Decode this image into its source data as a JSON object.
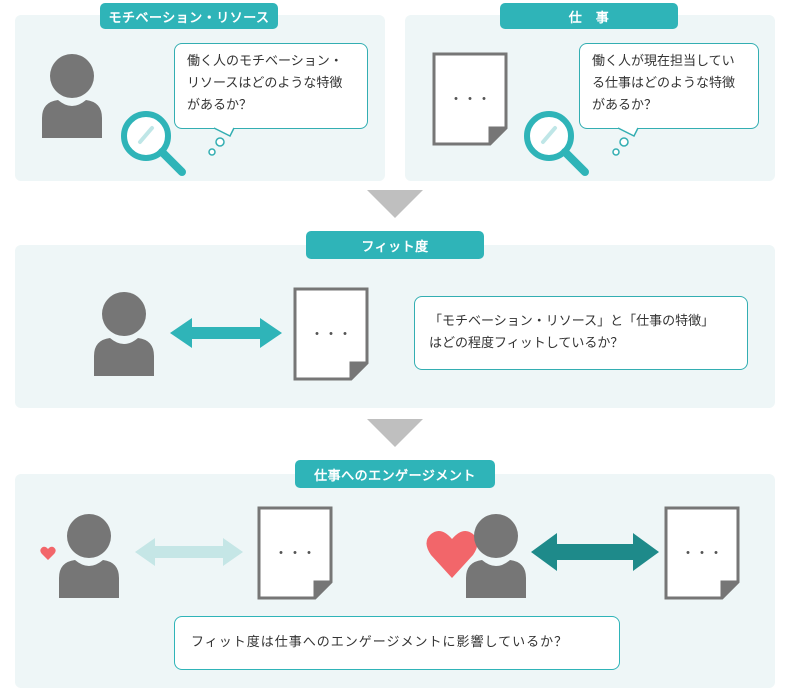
{
  "sections": {
    "motivation": {
      "title": "モチベーション・リソース",
      "bubble": "働く人のモチベーション・\nリソースはどのような特徴\nがあるか？"
    },
    "job": {
      "title": "仕　事",
      "bubble": "働く人が現在担当してい\nる仕事はどのような特徴\nがあるか？"
    },
    "fit": {
      "title": "フィット度",
      "text": "「モチベーション・リソース」と「仕事の特徴」\nはどの程度フィットしているか？"
    },
    "engagement": {
      "title": "仕事へのエンゲージメント",
      "text": "フィット度は仕事へのエンゲージメントに影響しているか？"
    }
  },
  "doc_label": "・・・",
  "colors": {
    "teal": "#2fb4b8",
    "panel": "#eef6f7",
    "person": "#767676",
    "heart": "#f2666a",
    "arrow_light": "#c5e6e6",
    "arrow_dark": "#1e8a8a",
    "down_arrow": "#bfbfbf"
  }
}
